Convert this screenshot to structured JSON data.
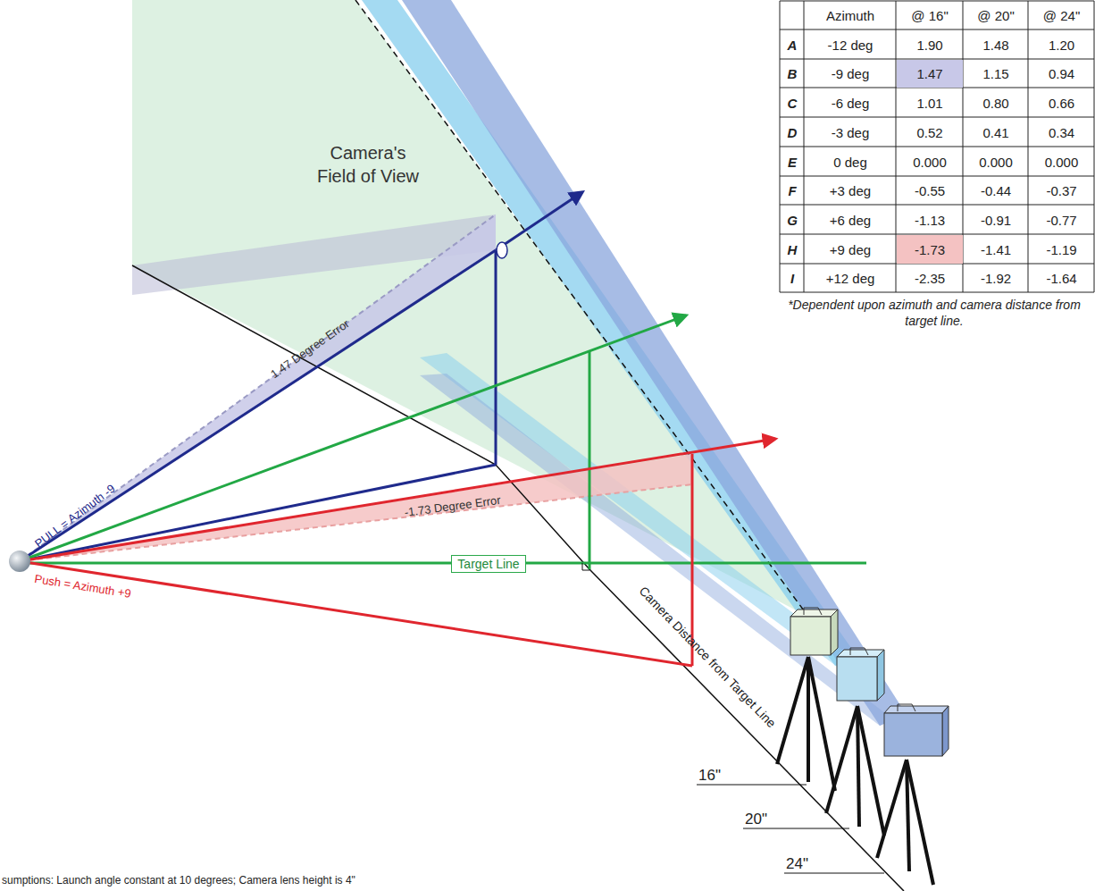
{
  "diagram": {
    "nodes": [
      {
        "text": [
          "Target Line"
        ]
      }
    ],
    "labels": [
      "Camera's Field of View",
      "1.47 Degree Error",
      "PULL = Azimuth -9",
      "-1.73 Degree Error",
      "Push = Azimuth +9",
      "Camera Distance from Target Line",
      "16\"",
      "20\"",
      "24\"",
      "Azimuth",
      "@ 16\"",
      "@ 20\"",
      "@ 24\"",
      "A",
      "-12 deg",
      "1.90",
      "1.48",
      "1.20",
      "B",
      "-9 deg",
      "1.47",
      "1.15",
      "0.94",
      "C",
      "-6 deg",
      "1.01",
      "0.80",
      "0.66",
      "D",
      "-3 deg",
      "0.52",
      "0.41",
      "0.34",
      "E",
      "0 deg",
      "0.000",
      "0.000",
      "0.000",
      "F",
      "+3 deg",
      "-0.55",
      "-0.44",
      "-0.37",
      "G",
      "+6 deg",
      "-1.13",
      "-0.91",
      "-0.77",
      "H",
      "+9 deg",
      "-1.73",
      "-1.41",
      "-1.19",
      "I",
      "+12 deg",
      "-2.35",
      "-1.92",
      "-1.64",
      "*Dependent upon azimuth and camera distance from target line.",
      "sumptions: Launch angle constant at 10 degrees; Camera lens height is 4\""
    ]
  }
}
